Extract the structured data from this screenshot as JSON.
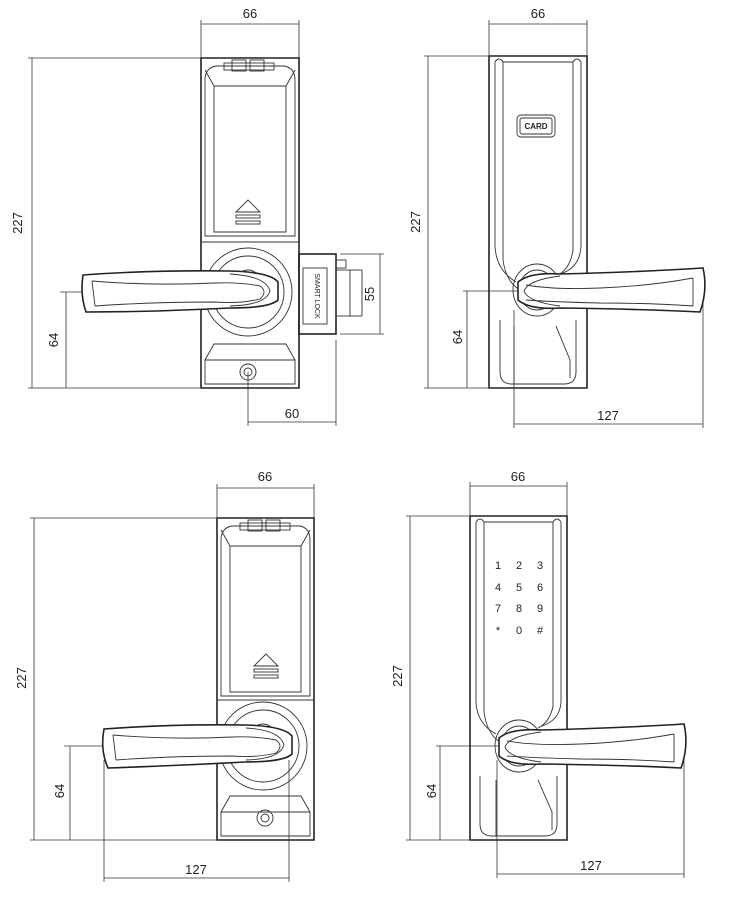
{
  "views": {
    "top_left": {
      "width": "66",
      "height": "227",
      "handle_height": "64",
      "latch_height": "55",
      "backset": "60",
      "label": "SMART LOCK"
    },
    "top_right": {
      "width": "66",
      "height": "227",
      "handle_height": "64",
      "lever_length": "127",
      "card_label": "CARD"
    },
    "bottom_left": {
      "width": "66",
      "height": "227",
      "handle_height": "64",
      "lever_length": "127"
    },
    "bottom_right": {
      "width": "66",
      "height": "227",
      "handle_height": "64",
      "lever_length": "127",
      "keypad": [
        "1",
        "2",
        "3",
        "4",
        "5",
        "6",
        "7",
        "8",
        "9",
        "*",
        "0",
        "#"
      ]
    }
  }
}
